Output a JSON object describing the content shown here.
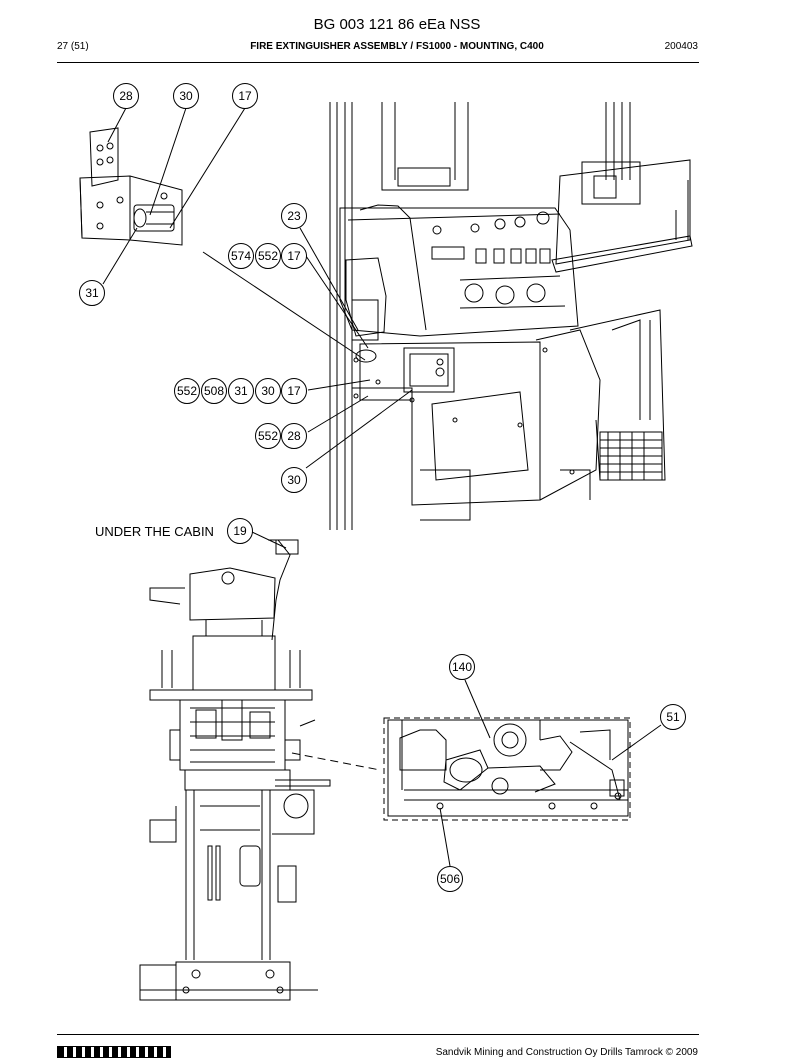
{
  "header": {
    "doc_id": "BG 003 121 86 eEa NSS",
    "page": "27 (51)",
    "description": "FIRE EXTINGUISHER ASSEMBLY / FS1000 - MOUNTING, C400",
    "date": "200403"
  },
  "annotations": {
    "under_cabin": "UNDER THE CABIN"
  },
  "callouts": {
    "c28a": "28",
    "c30a": "30",
    "c17a": "17",
    "c23": "23",
    "c574": "574",
    "c552a": "552",
    "c17b": "17",
    "c31a": "31",
    "c552b": "552",
    "c508": "508",
    "c31b": "31",
    "c30b": "30",
    "c17c": "17",
    "c552c": "552",
    "c28b": "28",
    "c30c": "30",
    "c19": "19",
    "c140": "140",
    "c51": "51",
    "c506": "506"
  },
  "footer": {
    "text": "Sandvik Mining and Construction Oy Drills Tamrock © 2009"
  }
}
